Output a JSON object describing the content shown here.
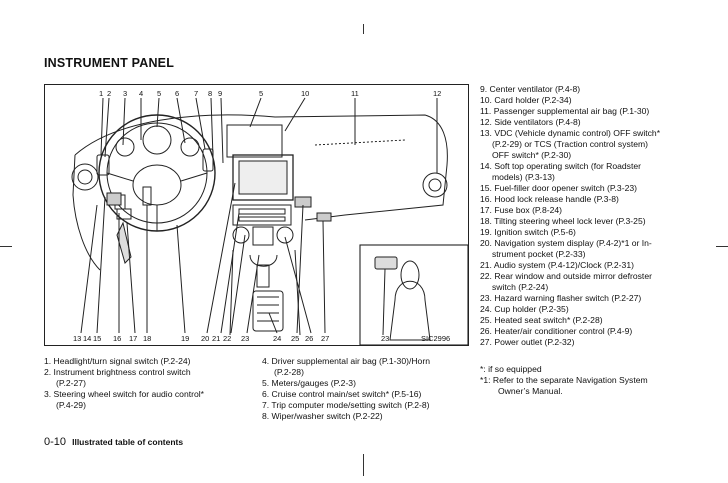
{
  "page": {
    "title": "INSTRUMENT PANEL",
    "footer_page": "0-10",
    "footer_section": "Illustrated table of contents"
  },
  "figure": {
    "code": "SIC2996",
    "top_callouts": [
      "1",
      "2",
      "3",
      "4",
      "5",
      "6",
      "7",
      "8",
      "9",
      "5",
      "10",
      "11",
      "12"
    ],
    "bottom_callouts": [
      "13",
      "14",
      "15",
      "16",
      "17",
      "18",
      "19",
      "20",
      "21",
      "22",
      "23",
      "24",
      "25",
      "26",
      "27"
    ],
    "inset_callout": "23"
  },
  "left_col1": [
    {
      "text": "1. Headlight/turn signal switch (P.2-24)",
      "cont": false
    },
    {
      "text": "2. Instrument brightness control switch",
      "cont": false
    },
    {
      "text": "(P.2-27)",
      "cont": true
    },
    {
      "text": "3. Steering wheel switch for audio control*",
      "cont": false
    },
    {
      "text": "(P.4-29)",
      "cont": true
    }
  ],
  "left_col2": [
    {
      "text": "4. Driver supplemental air bag (P.1-30)/Horn",
      "cont": false
    },
    {
      "text": "(P.2-28)",
      "cont": true
    },
    {
      "text": "5. Meters/gauges (P.2-3)",
      "cont": false
    },
    {
      "text": "6. Cruise control main/set switch* (P.5-16)",
      "cont": false
    },
    {
      "text": "7. Trip computer mode/setting switch (P.2-8)",
      "cont": false
    },
    {
      "text": "8. Wiper/washer switch (P.2-22)",
      "cont": false
    }
  ],
  "right_col": [
    {
      "text": "9. Center ventilator (P.4-8)",
      "cont": false
    },
    {
      "text": "10. Card holder (P.2-34)",
      "cont": false
    },
    {
      "text": "11. Passenger supplemental air bag (P.1-30)",
      "cont": false
    },
    {
      "text": "12. Side ventilators (P.4-8)",
      "cont": false
    },
    {
      "text": "13. VDC (Vehicle dynamic control) OFF switch*",
      "cont": false
    },
    {
      "text": "(P.2-29) or TCS (Traction control system)",
      "cont": true
    },
    {
      "text": "OFF switch* (P.2-30)",
      "cont": true
    },
    {
      "text": "14. Soft top operating switch (for Roadster",
      "cont": false
    },
    {
      "text": "models) (P.3-13)",
      "cont": true
    },
    {
      "text": "15. Fuel-filler door opener switch (P.3-23)",
      "cont": false
    },
    {
      "text": "16. Hood lock release handle (P.3-8)",
      "cont": false
    },
    {
      "text": "17. Fuse box (P.8-24)",
      "cont": false
    },
    {
      "text": "18. Tilting steering wheel lock lever (P.3-25)",
      "cont": false
    },
    {
      "text": "19. Ignition switch (P.5-6)",
      "cont": false
    },
    {
      "text": "20. Navigation system display (P.4-2)*1 or In-",
      "cont": false
    },
    {
      "text": "strument pocket (P.2-33)",
      "cont": true
    },
    {
      "text": "21. Audio system (P.4-12)/Clock (P.2-31)",
      "cont": false
    },
    {
      "text": "22. Rear window and outside mirror defroster",
      "cont": false
    },
    {
      "text": "switch (P.2-24)",
      "cont": true
    },
    {
      "text": "23. Hazard warning flasher switch (P.2-27)",
      "cont": false
    },
    {
      "text": "24. Cup holder (P.2-35)",
      "cont": false
    },
    {
      "text": "25. Heated seat switch* (P.2-28)",
      "cont": false
    },
    {
      "text": "26. Heater/air conditioner control (P.4-9)",
      "cont": false
    },
    {
      "text": "27. Power outlet (P.2-32)",
      "cont": false
    }
  ],
  "notes": {
    "n1": "*: if so equipped",
    "n2a": "*1: Refer to the separate Navigation System",
    "n2b": "Owner’s Manual."
  }
}
